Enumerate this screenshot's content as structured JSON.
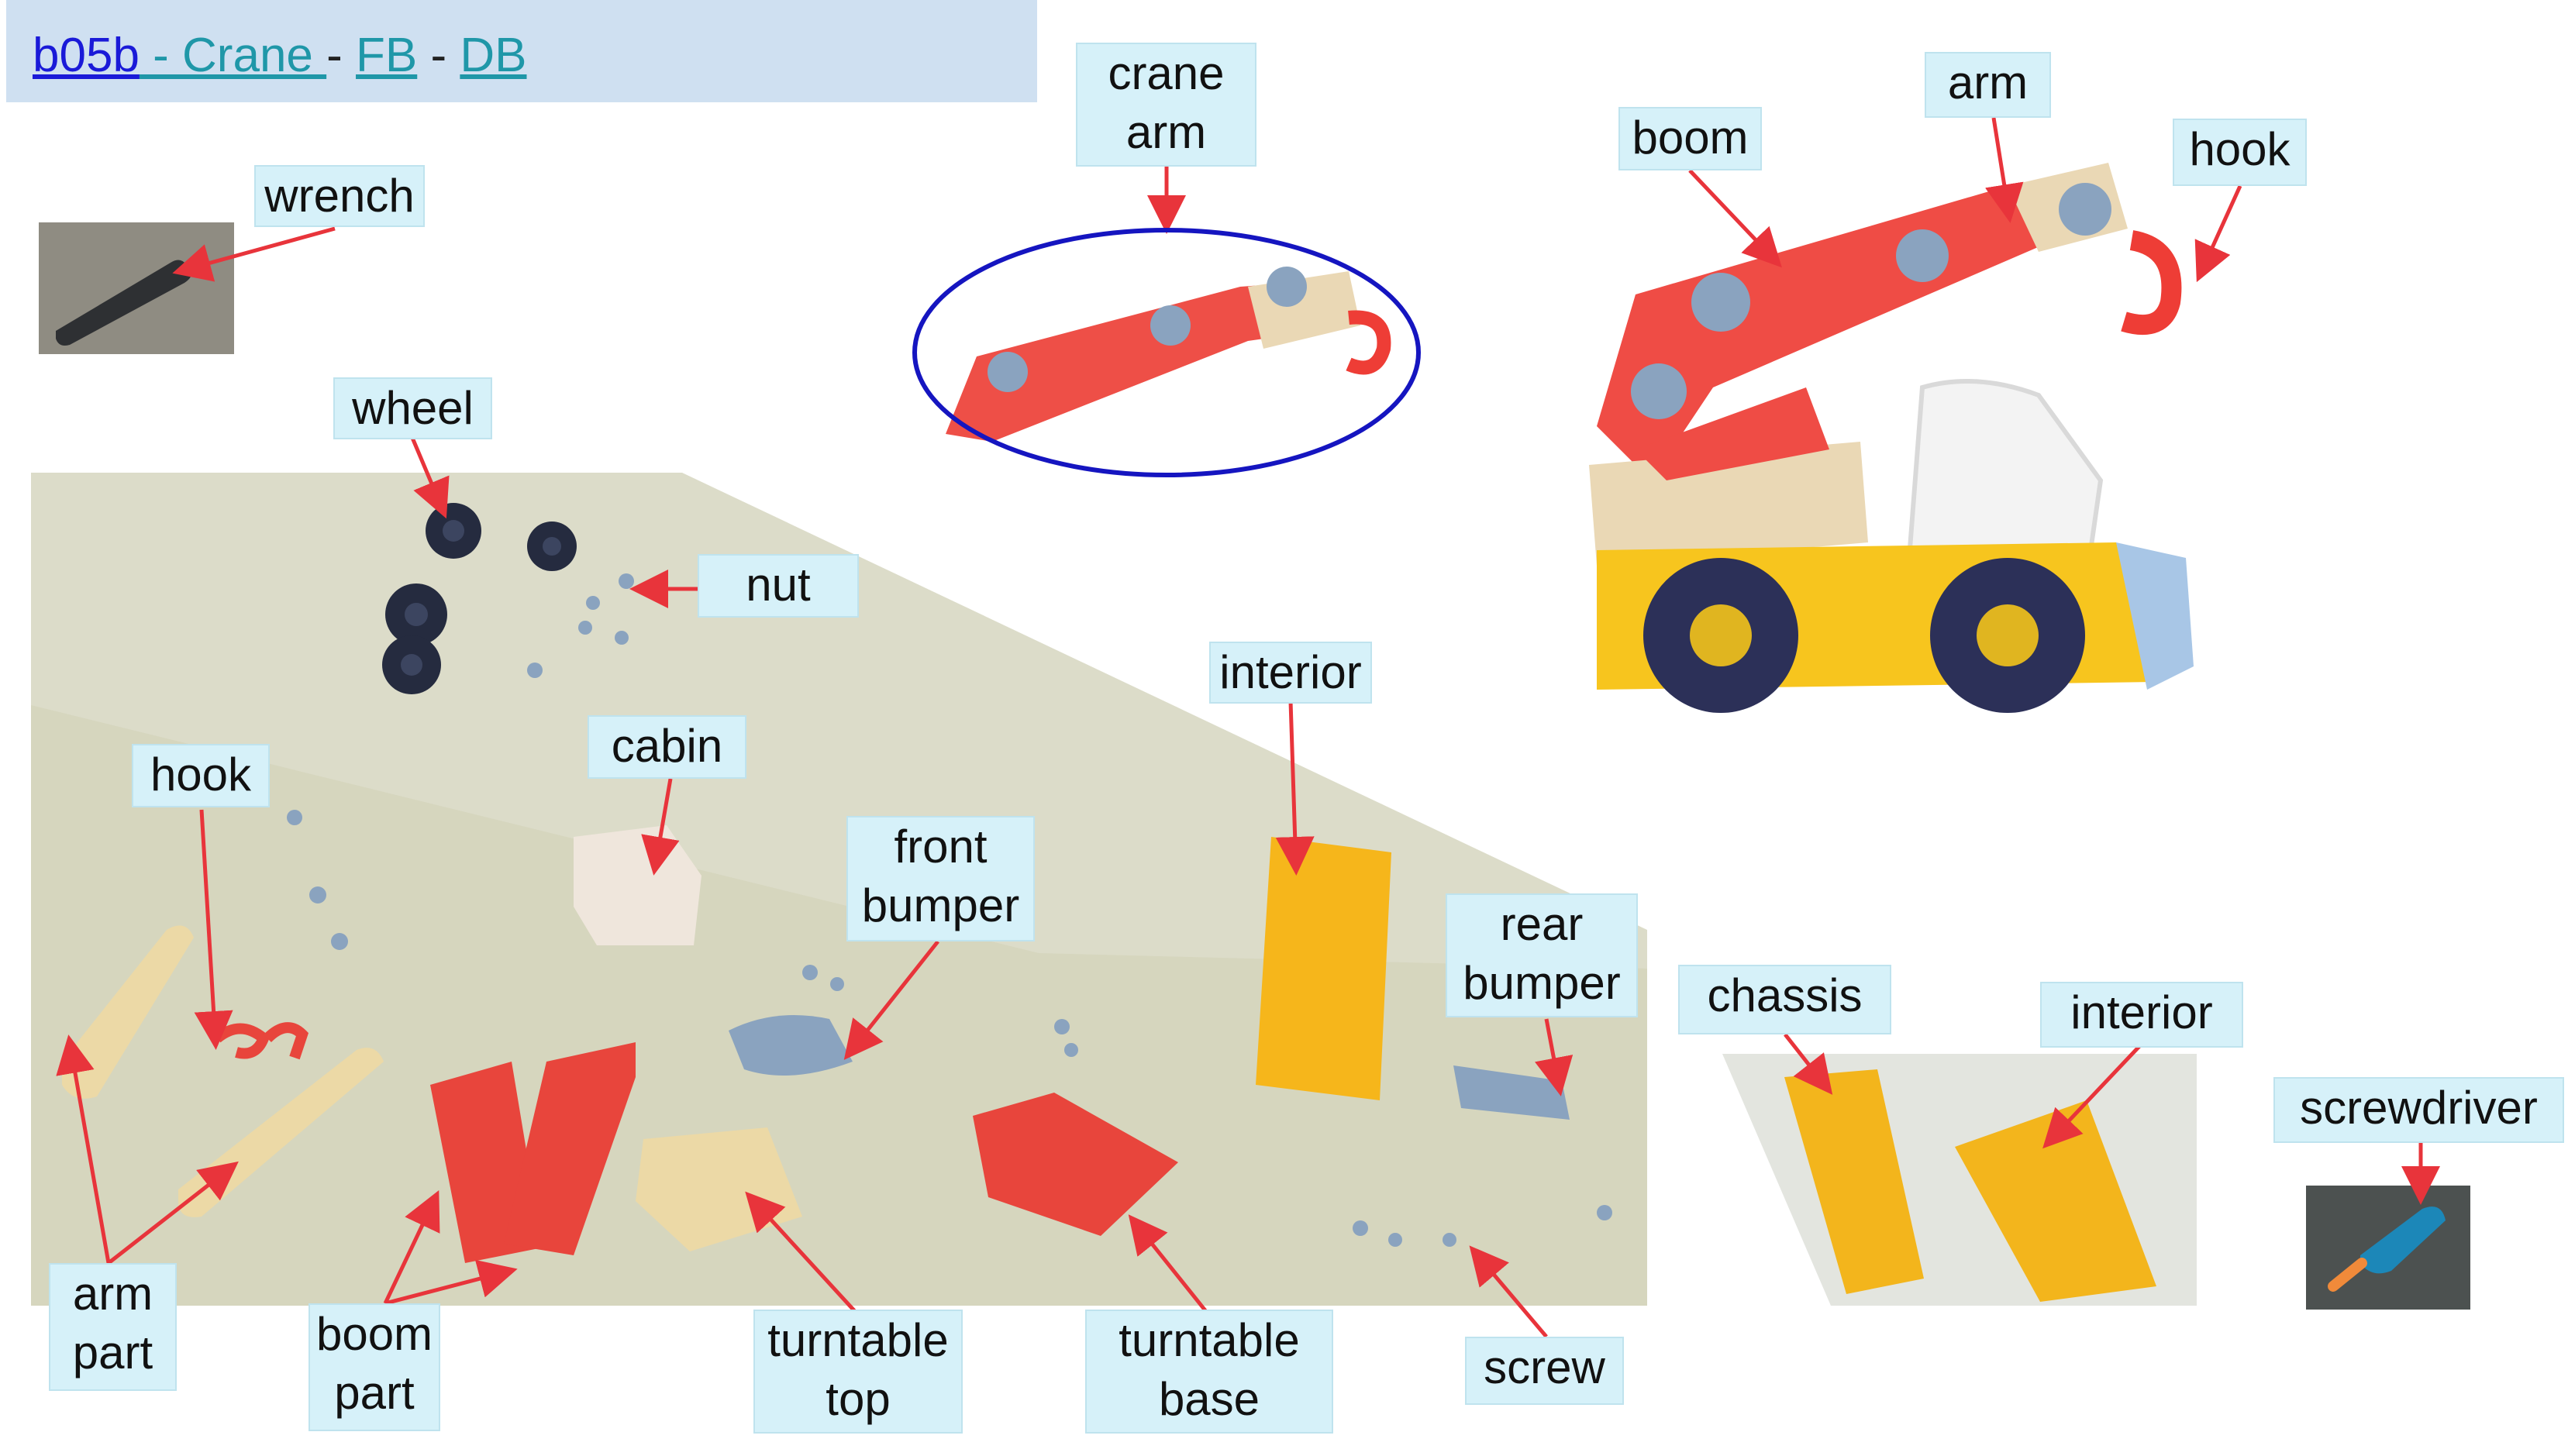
{
  "header": {
    "code": "b05b",
    "title": " - Crane ",
    "sep1": " - ",
    "fb": "FB",
    "sep2": "  - ",
    "db": "DB"
  },
  "labels": {
    "wrench": "wrench",
    "wheel": "wheel",
    "nut": "nut",
    "hook_left": "hook",
    "cabin": "cabin",
    "front_bumper": [
      "front",
      "bumper"
    ],
    "interior_mid": "interior",
    "rear_bumper": [
      "rear",
      "bumper"
    ],
    "crane_arm": [
      "crane",
      "arm"
    ],
    "boom": "boom",
    "arm": "arm",
    "hook_right": "hook",
    "chassis": "chassis",
    "interior_right": "interior",
    "screwdriver": "screwdriver",
    "arm_part": [
      "arm",
      "part"
    ],
    "boom_part": [
      "boom",
      "part"
    ],
    "turntable_top": [
      "turntable",
      "top"
    ],
    "turntable_base": [
      "turntable",
      "base"
    ],
    "screw": "screw"
  },
  "colors": {
    "header_bg": "#cfe0f1",
    "label_bg": "#d6f1f9",
    "arrow": "#e8343b",
    "ellipse": "#1515c0",
    "red_part": "#e8453c",
    "yellow_part": "#f5b81c",
    "cream_part": "#e9dcb8",
    "navy_part": "#232a44",
    "blue_part": "#8aa3bf"
  }
}
